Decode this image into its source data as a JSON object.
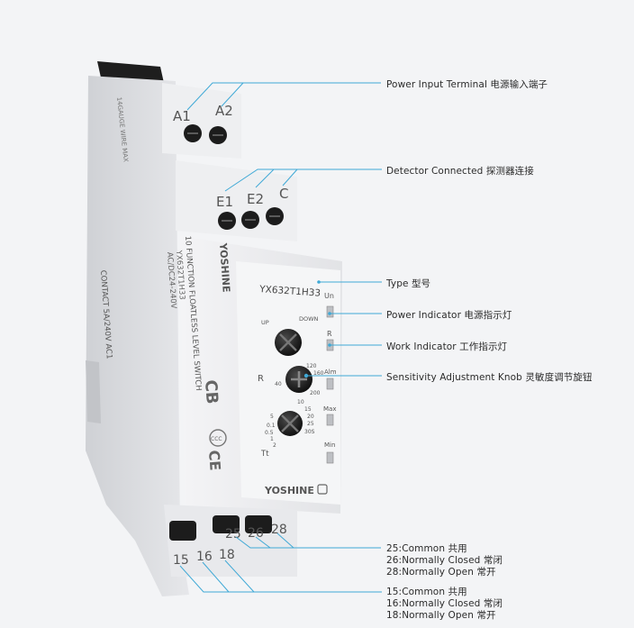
{
  "device": {
    "terminals_top": [
      "A1",
      "A2"
    ],
    "terminals_middle": [
      "E1",
      "E2",
      "C"
    ],
    "terminals_bottom_upper": [
      "25",
      "26",
      "28"
    ],
    "terminals_bottom_lower": [
      "15",
      "16",
      "18"
    ],
    "front_model": "YX632T1H33",
    "brand": "YOSHINE",
    "indicators": [
      "Un",
      "R",
      "Alm",
      "Max",
      "Min"
    ],
    "knob_labels": {
      "up": "UP",
      "down": "DOWN",
      "r": "R",
      "t": "Tt"
    },
    "r_scale": [
      "40",
      "120",
      "160",
      "200"
    ],
    "t_scale": [
      "5",
      "10",
      "15",
      "20",
      "25",
      "30S",
      "0.1",
      "0.5",
      "1",
      "2"
    ],
    "side_text": {
      "gauge": "14GAUGE WIRE MAX",
      "function": "10 FUNCTION FLOATLESS LEVEL SWITCH",
      "model": "YX632T1H33",
      "voltage": "AC/DC24-240V",
      "contact": "CONTACT 5A/240V AC1"
    },
    "cert_marks": [
      "CB",
      "CCC",
      "CE"
    ]
  },
  "callouts": {
    "power_input": "Power Input Terminal 电源输入端子",
    "detector": "Detector Connected 探测器连接",
    "type": "Type 型号",
    "power_indicator": "Power Indicator 电源指示灯",
    "work_indicator": "Work Indicator 工作指示灯",
    "sensitivity": "Sensitivity Adjustment Knob 灵敏度调节旋钮",
    "contacts_2": [
      "25:Common 共用",
      "26:Normally Closed 常闭",
      "28:Normally Open 常开"
    ],
    "contacts_1": [
      "15:Common 共用",
      "16:Normally Closed 常闭",
      "18:Normally Open 常开"
    ]
  },
  "colors": {
    "leader_line": "#3fa9d6",
    "housing": "#e9eaec",
    "screw": "#1c1c1c",
    "background": "#f3f4f6"
  }
}
